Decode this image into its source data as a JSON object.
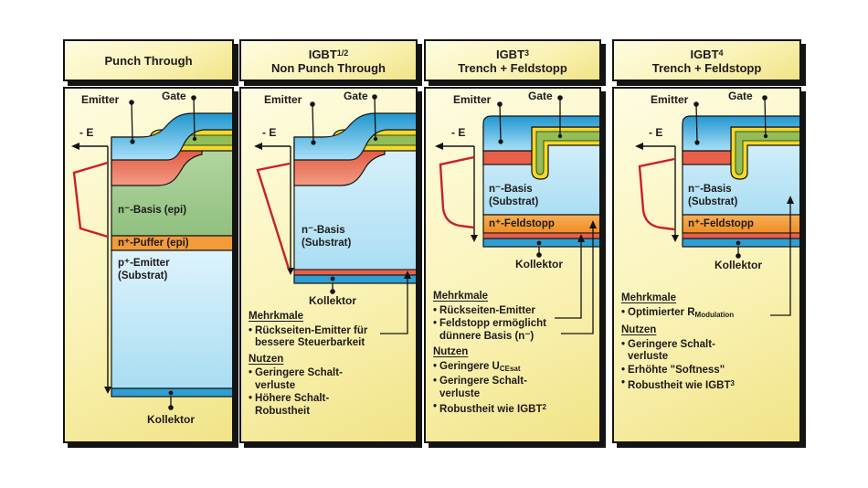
{
  "common": {
    "emitter": "Emitter",
    "gate": "Gate",
    "e_field": "- E",
    "kollektor": "Kollektor",
    "merkmale_title": "Mehrkmale",
    "nutzen_title": "Nutzen",
    "bullet_char": "•"
  },
  "colors": {
    "panel_bg": "#faf3b8",
    "metal_blue": "#2ea4da",
    "metal_blue_light": "#a9e0f7",
    "body_blue": "#cdeefb",
    "basis_green": "#a3cc90",
    "puffer_orange": "#f29b3b",
    "p_red": "#e8604a",
    "gate_yellow": "#f6d829",
    "poly_green": "#93bd58",
    "collector_blue": "#2f9ed2",
    "field_curve_red": "#c92026",
    "outline_black": "#141414"
  },
  "panels": [
    {
      "header_line1": "Punch Through",
      "header_sup": "",
      "header_line2": "",
      "layers": {
        "basis": "n⁻-Basis (epi)",
        "puffer": "n⁺-Puffer (epi)",
        "emitter_line1": "p⁺-Emitter",
        "emitter_line2": "(Substrat)"
      }
    },
    {
      "header_line1": "IGBT",
      "header_sup": "1/2",
      "header_line2": "Non Punch Through",
      "layers": {
        "basis_line1": "n⁻-Basis",
        "basis_line2": "(Substrat)"
      },
      "merkmale": [
        {
          "line1": "Rückseiten-Emitter für",
          "line2": "bessere Steuerbarkeit"
        }
      ],
      "nutzen": [
        {
          "line1": "Geringere Schalt-",
          "line2": "verluste"
        },
        {
          "line1": "Höhere Schalt-",
          "line2": "Robustheit"
        }
      ]
    },
    {
      "header_line1": "IGBT",
      "header_sup": "3",
      "header_line2": "Trench + Feldstopp",
      "layers": {
        "basis_line1": "n⁻-Basis",
        "basis_line2": "(Substrat)",
        "feldstopp": "n⁺-Feldstopp"
      },
      "merkmale": [
        {
          "line1": "Rückseiten-Emitter"
        },
        {
          "line1": "Feldstopp ermöglicht",
          "line2": "dünnere Basis (n⁻)"
        }
      ],
      "nutzen": [
        {
          "pre": "Geringere U",
          "sub": "CEsat"
        },
        {
          "line1": "Geringere Schalt-",
          "line2": "verluste"
        },
        {
          "pre": "Robustheit wie IGBT",
          "sup": "2"
        }
      ]
    },
    {
      "header_line1": "IGBT",
      "header_sup": "4",
      "header_line2": "Trench + Feldstopp",
      "layers": {
        "basis_line1": "n⁻-Basis",
        "basis_line2": "(Substrat)",
        "feldstopp": "n⁺-Feldstopp"
      },
      "merkmale": [
        {
          "pre": "Optimierter R",
          "sub": "Modulation"
        }
      ],
      "nutzen": [
        {
          "line1": "Geringere Schalt-",
          "line2": "verluste"
        },
        {
          "line1": "Erhöhte \"Softness\""
        },
        {
          "pre": "Robustheit wie IGBT",
          "sup": "3"
        }
      ]
    }
  ]
}
